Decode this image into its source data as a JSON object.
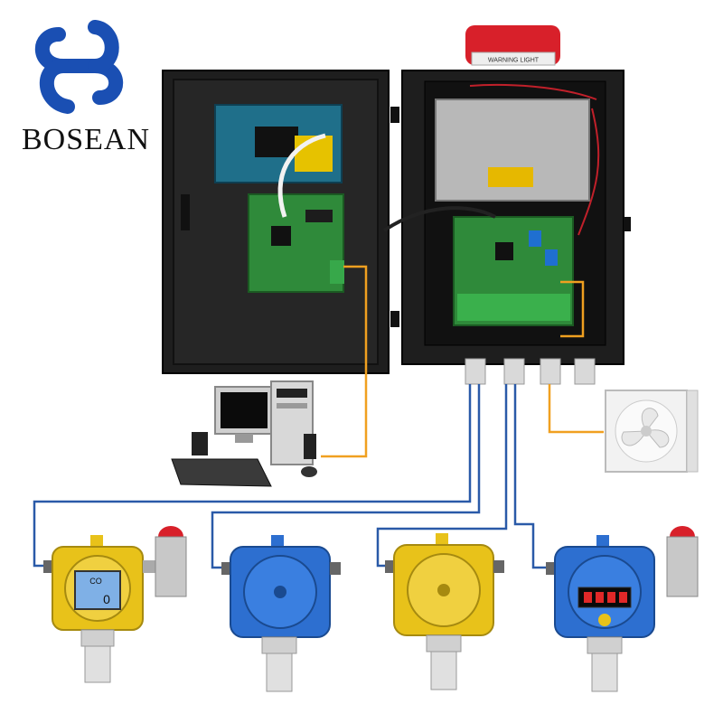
{
  "brand": {
    "name": "BOSEAN"
  },
  "alarm": {
    "label": "WARNING LIGHT"
  },
  "colors": {
    "cable_orange": "#f0a020",
    "cable_blue": "#2a5aa8",
    "enclosure": "#1e1e1e",
    "pcb_green": "#2f8a3a",
    "detector_yellow": "#e8c21a",
    "detector_blue": "#2d6fd0",
    "beacon_red": "#d8202a"
  },
  "detectors": {
    "d1": {
      "readout": "0",
      "gas": "CO"
    }
  }
}
